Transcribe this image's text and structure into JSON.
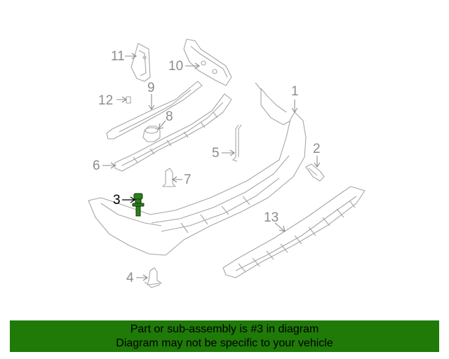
{
  "diagram": {
    "highlighted_part": "3",
    "highlight_color": "#2e7d1e",
    "callouts": [
      {
        "id": "c1",
        "label": "1"
      },
      {
        "id": "c2",
        "label": "2"
      },
      {
        "id": "c3",
        "label": "3"
      },
      {
        "id": "c4",
        "label": "4"
      },
      {
        "id": "c5",
        "label": "5"
      },
      {
        "id": "c6",
        "label": "6"
      },
      {
        "id": "c7",
        "label": "7"
      },
      {
        "id": "c8",
        "label": "8"
      },
      {
        "id": "c9",
        "label": "9"
      },
      {
        "id": "c10",
        "label": "10"
      },
      {
        "id": "c11",
        "label": "11"
      },
      {
        "id": "c12",
        "label": "12"
      },
      {
        "id": "c13",
        "label": "13"
      }
    ]
  },
  "banner": {
    "background": "#1f7a08",
    "line1": "Part or sub-assembly is #3 in diagram",
    "line2": "Diagram may not be specific to your vehicle"
  }
}
